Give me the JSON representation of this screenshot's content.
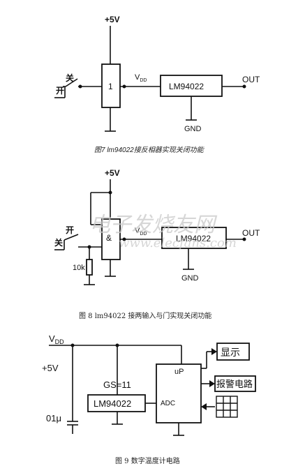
{
  "figure7": {
    "vcc": "+5V",
    "switch_off": "关",
    "switch_on": "开",
    "gate": "1",
    "vdd": "V",
    "vdd_sub": "DD",
    "sensor": "LM94022",
    "out": "OUT",
    "gnd": "GND",
    "caption": "图7 lm94022接反相器实现关闭功能"
  },
  "figure8": {
    "vcc": "+5V",
    "switch_on": "开",
    "switch_off": "关",
    "gate": "&",
    "vdd": "V",
    "vdd_sub": "DD",
    "sensor": "LM94022",
    "out": "OUT",
    "gnd": "GND",
    "resistor": "10k",
    "caption": "图 8 lm94022 接两输入与门实现关闭功能"
  },
  "figure9": {
    "vdd": "V",
    "vdd_sub": "DD",
    "supply": "+5V",
    "gain": "GS=11",
    "sensor": "LM94022",
    "cap": "01μ",
    "mcu": "uP",
    "adc": "ADC",
    "display": "显示",
    "alarm": "报警电路",
    "caption": "图 9 数字温度计电路"
  },
  "watermark": {
    "cn": "电子发烧友网",
    "en": "www.elecfans.com"
  }
}
